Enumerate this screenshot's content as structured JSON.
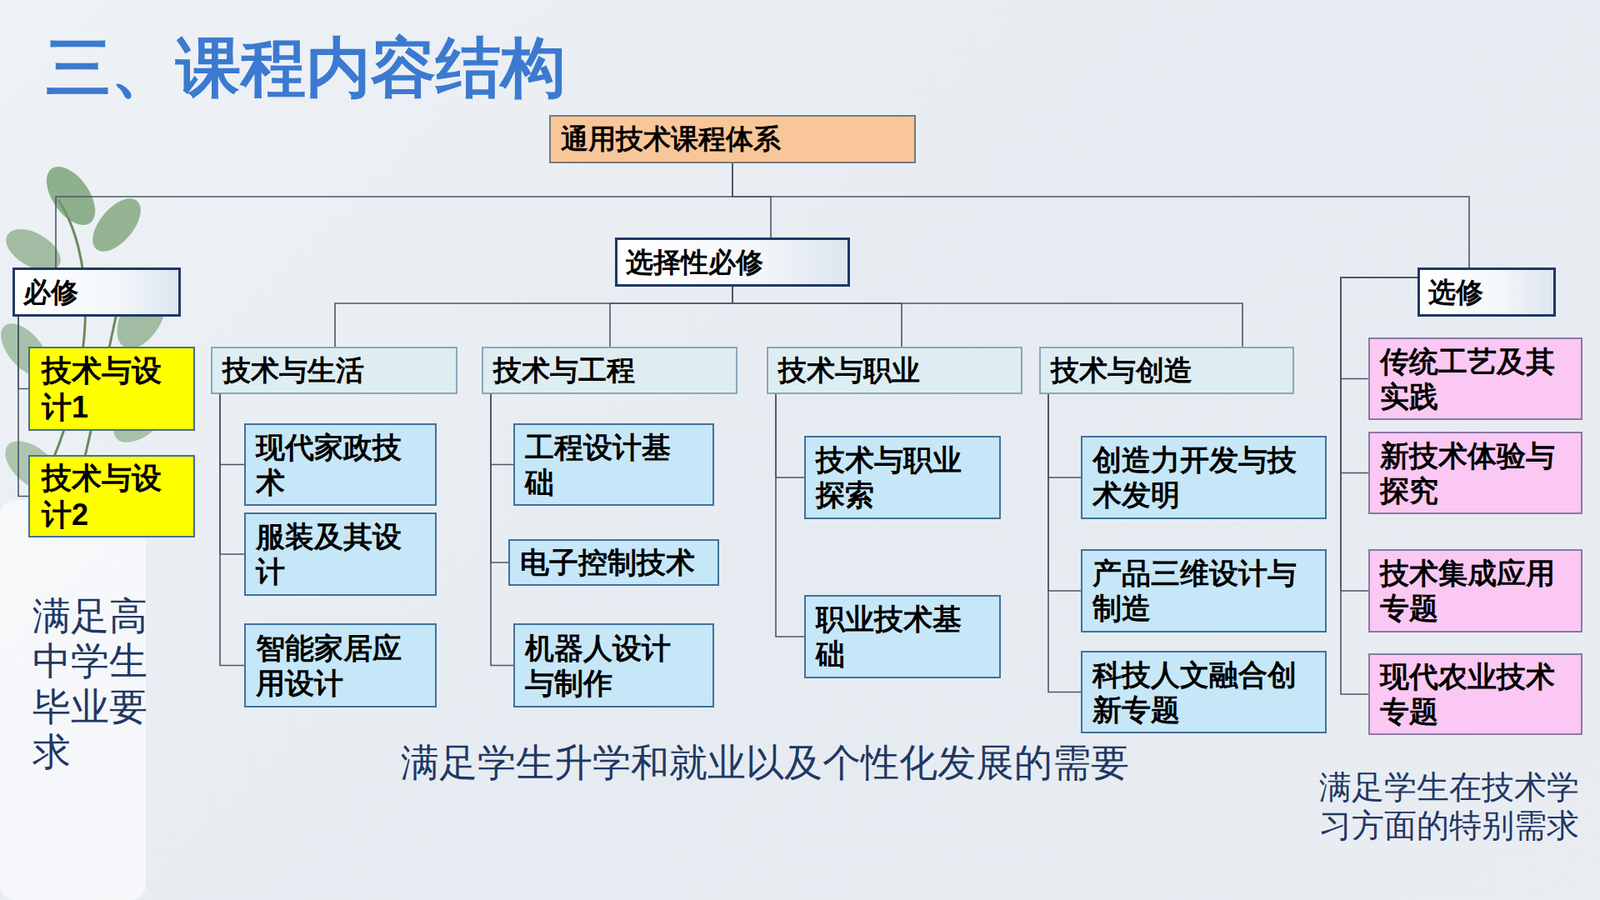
{
  "diagram": {
    "title": "三、课程内容结构",
    "nodes": [
      {
        "text": [
          "通用技术课程体系"
        ]
      },
      {
        "text": [
          "必修"
        ]
      },
      {
        "text": [
          "选择性必修"
        ]
      },
      {
        "text": [
          "选修"
        ]
      },
      {
        "text": [
          "技术与设计1"
        ]
      },
      {
        "text": [
          "技术与设计2"
        ]
      },
      {
        "text": [
          "技术与生活"
        ]
      },
      {
        "text": [
          "技术与工程"
        ]
      },
      {
        "text": [
          "技术与职业"
        ]
      },
      {
        "text": [
          "技术与创造"
        ]
      },
      {
        "text": [
          "现代家政技术"
        ]
      },
      {
        "text": [
          "服装及其设计"
        ]
      },
      {
        "text": [
          "智能家居应用设计"
        ]
      },
      {
        "text": [
          "工程设计基础"
        ]
      },
      {
        "text": [
          "电子控制技术"
        ]
      },
      {
        "text": [
          "机器人设计与制作"
        ]
      },
      {
        "text": [
          "技术与职业探索"
        ]
      },
      {
        "text": [
          "职业技术基础"
        ]
      },
      {
        "text": [
          "创造力开发与技术发明"
        ]
      },
      {
        "text": [
          "产品三维设计与制造"
        ]
      },
      {
        "text": [
          "科技人文融合创新专题"
        ]
      },
      {
        "text": [
          "传统工艺及其实践"
        ]
      },
      {
        "text": [
          "新技术体验与探究"
        ]
      },
      {
        "text": [
          "技术集成应用专题"
        ]
      },
      {
        "text": [
          "现代农业技术专题"
        ]
      }
    ],
    "edges": [
      {
        "from": 0,
        "to": 1,
        "arrow": "none"
      },
      {
        "from": 0,
        "to": 2,
        "arrow": "none"
      },
      {
        "from": 0,
        "to": 3,
        "arrow": "none"
      },
      {
        "from": 1,
        "to": 4,
        "arrow": "none"
      },
      {
        "from": 1,
        "to": 5,
        "arrow": "none"
      },
      {
        "from": 2,
        "to": 6,
        "arrow": "none"
      },
      {
        "from": 2,
        "to": 7,
        "arrow": "none"
      },
      {
        "from": 2,
        "to": 8,
        "arrow": "none"
      },
      {
        "from": 2,
        "to": 9,
        "arrow": "none"
      },
      {
        "from": 6,
        "to": 10,
        "arrow": "none"
      },
      {
        "from": 6,
        "to": 11,
        "arrow": "none"
      },
      {
        "from": 6,
        "to": 12,
        "arrow": "none"
      },
      {
        "from": 7,
        "to": 13,
        "arrow": "none"
      },
      {
        "from": 7,
        "to": 14,
        "arrow": "none"
      },
      {
        "from": 7,
        "to": 15,
        "arrow": "none"
      },
      {
        "from": 8,
        "to": 16,
        "arrow": "none"
      },
      {
        "from": 8,
        "to": 17,
        "arrow": "none"
      },
      {
        "from": 9,
        "to": 18,
        "arrow": "none"
      },
      {
        "from": 9,
        "to": 19,
        "arrow": "none"
      },
      {
        "from": 9,
        "to": 20,
        "arrow": "none"
      },
      {
        "from": 3,
        "to": 21,
        "arrow": "none"
      },
      {
        "from": 3,
        "to": 22,
        "arrow": "none"
      },
      {
        "from": 3,
        "to": 23,
        "arrow": "none"
      },
      {
        "from": 3,
        "to": 24,
        "arrow": "none"
      }
    ],
    "labels": [
      "满足高中学生毕业要求",
      "满足学生升学和就业以及个性化发展的需要",
      "满足学生在技术学习方面的特别需求"
    ]
  }
}
